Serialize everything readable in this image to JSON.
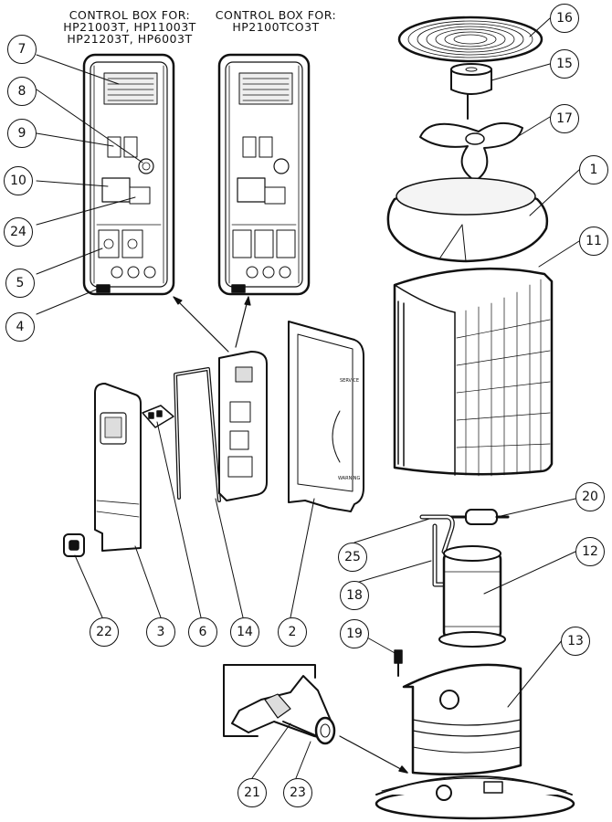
{
  "captions": {
    "left_header": "CONTROL BOX FOR:",
    "left_models_1": "HP21003T, HP11003T",
    "left_models_2": "HP21203T, HP6003T",
    "right_header": "CONTROL BOX FOR:",
    "right_models": "HP2100TCO3T"
  },
  "callouts": {
    "n1": "1",
    "n2": "2",
    "n3": "3",
    "n4": "4",
    "n5": "5",
    "n6": "6",
    "n7": "7",
    "n8": "8",
    "n9": "9",
    "n10": "10",
    "n11": "11",
    "n12": "12",
    "n13": "13",
    "n14": "14",
    "n15": "15",
    "n16": "16",
    "n17": "17",
    "n18": "18",
    "n19": "19",
    "n20": "20",
    "n21": "21",
    "n22": "22",
    "n23": "23",
    "n24": "24",
    "n25": "25"
  },
  "colors": {
    "line": "#111111",
    "fill": "#ffffff",
    "shade": "#d9d9d9"
  }
}
